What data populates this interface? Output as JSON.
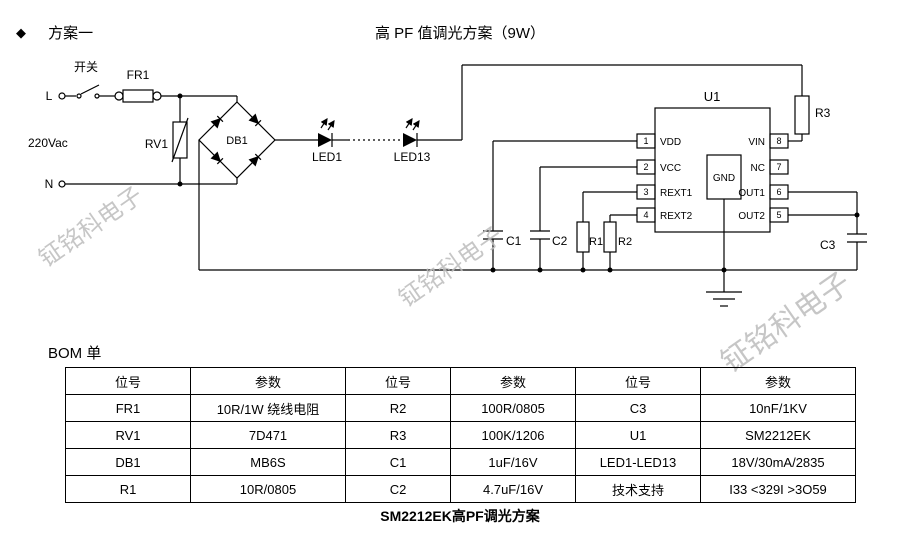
{
  "header": {
    "bullet": "◆",
    "scheme_label": "方案一",
    "title": "高 PF 值调光方案（9W）"
  },
  "watermark": {
    "text": "钲铭科电子"
  },
  "schematic": {
    "labels": {
      "switch": "开关",
      "l": "L",
      "voltage": "220Vac",
      "n": "N",
      "fr1": "FR1",
      "rv1": "RV1",
      "db1": "DB1",
      "led1": "LED1",
      "led13": "LED13",
      "u1": "U1",
      "r1": "R1",
      "r2": "R2",
      "r3": "R3",
      "c1": "C1",
      "c2": "C2",
      "c3": "C3"
    },
    "ic": {
      "gnd": "GND",
      "left_pins": [
        {
          "num": "1",
          "name": "VDD"
        },
        {
          "num": "2",
          "name": "VCC"
        },
        {
          "num": "3",
          "name": "REXT1"
        },
        {
          "num": "4",
          "name": "REXT2"
        }
      ],
      "right_pins": [
        {
          "num": "8",
          "name": "VIN"
        },
        {
          "num": "7",
          "name": "NC"
        },
        {
          "num": "6",
          "name": "OUT1"
        },
        {
          "num": "5",
          "name": "OUT2"
        }
      ]
    }
  },
  "bom": {
    "label": "BOM 单",
    "headers": [
      "位号",
      "参数",
      "位号",
      "参数",
      "位号",
      "参数"
    ],
    "rows": [
      [
        "FR1",
        "10R/1W 绕线电阻",
        "R2",
        "100R/0805",
        "C3",
        "10nF/1KV"
      ],
      [
        "RV1",
        "7D471",
        "R3",
        "100K/1206",
        "U1",
        "SM2212EK"
      ],
      [
        "DB1",
        "MB6S",
        "C1",
        "1uF/16V",
        "LED1-LED13",
        "18V/30mA/2835"
      ],
      [
        "R1",
        "10R/0805",
        "C2",
        "4.7uF/16V",
        "技术支持",
        "I33 <329I >3O59"
      ]
    ]
  },
  "caption": "SM2212EK高PF调光方案"
}
